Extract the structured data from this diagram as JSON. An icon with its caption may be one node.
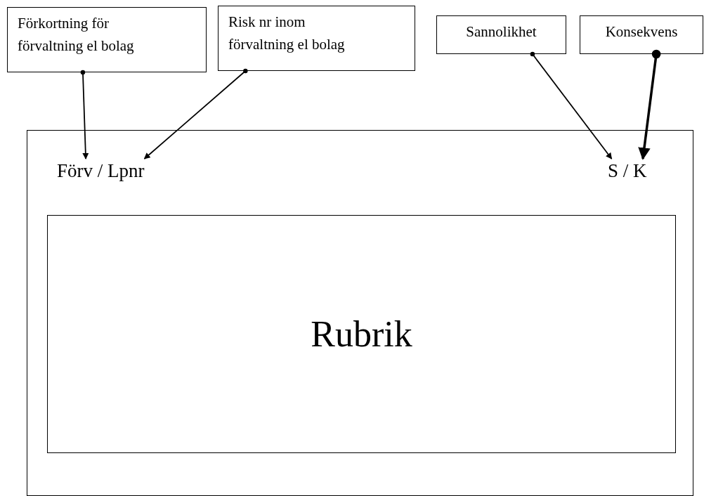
{
  "diagram": {
    "nodes": [
      {
        "text": [
          "Förkortning för förvaltning el bolag"
        ]
      },
      {
        "text": [
          "Risk nr inom förvaltning el bolag"
        ]
      },
      {
        "text": [
          "Sannolikhet"
        ]
      },
      {
        "text": [
          "Konsekvens"
        ]
      },
      {
        "text": [],
        "shape": "box"
      },
      {
        "text": [
          "Förv / Lpnr"
        ],
        "in": 4
      },
      {
        "text": [
          "S / K"
        ],
        "in": 4
      },
      {
        "text": [
          "Rubrik"
        ],
        "in": 4
      }
    ],
    "edges": [
      {
        "from": 0,
        "to": 5,
        "arrow": "to"
      },
      {
        "from": 1,
        "to": 5,
        "arrow": "to"
      },
      {
        "from": 2,
        "to": 6,
        "arrow": "to"
      },
      {
        "from": 3,
        "to": 6,
        "arrow": "to",
        "style": "thick"
      }
    ]
  }
}
